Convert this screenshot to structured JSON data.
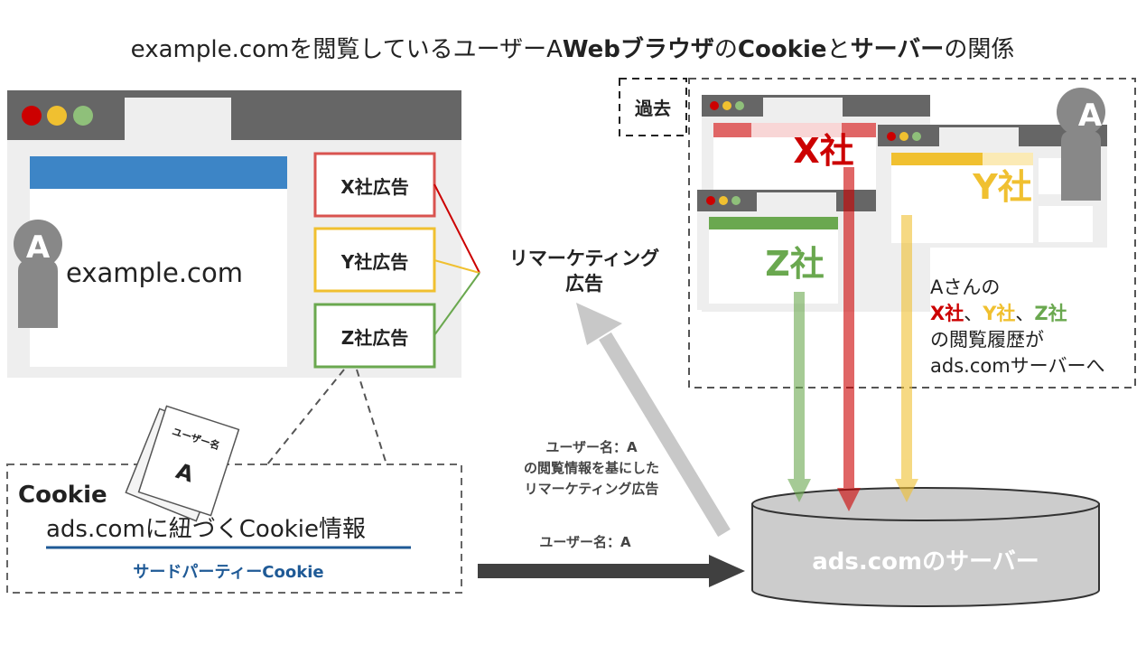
{
  "title": {
    "parts": [
      {
        "text": "example.comを閲覧しているユーザーA",
        "bold": false
      },
      {
        "text": "Webブラウザ",
        "bold": true
      },
      {
        "text": "の",
        "bold": false
      },
      {
        "text": "Cookie",
        "bold": true
      },
      {
        "text": "と",
        "bold": false
      },
      {
        "text": "サーバー",
        "bold": true
      },
      {
        "text": "の関係",
        "bold": false
      }
    ]
  },
  "browser": {
    "user_label": "A",
    "site_name": "example.com",
    "ads": [
      {
        "label": "X社広告",
        "color": "#d9534f"
      },
      {
        "label": "Y社広告",
        "color": "#f0c030"
      },
      {
        "label": "Z社広告",
        "color": "#6aa84f"
      }
    ]
  },
  "remarketing_label": [
    "リマーケティング",
    "広告"
  ],
  "cookie_box": {
    "title": "Cookie",
    "main_text": "ads.comに紐づくCookie情報",
    "sub_text": "サードパーティーCookie",
    "card_label": "ユーザー名",
    "card_value": "A"
  },
  "flow": {
    "upper_text": [
      "ユーザー名：A",
      "の閲覧情報を基にした",
      "リマーケティング広告"
    ],
    "lower_text": "ユーザー名：A"
  },
  "server": {
    "label": "ads.comのサーバー"
  },
  "past": {
    "label": "過去",
    "user_label": "A",
    "companies": [
      {
        "label": "X社",
        "color": "#cc0000"
      },
      {
        "label": "Y社",
        "color": "#f0c030"
      },
      {
        "label": "Z社",
        "color": "#6aa84f"
      }
    ],
    "note": {
      "line1": "Aさんの",
      "x": "X社",
      "y": "Y社",
      "z": "Z社",
      "sep": "、",
      "line3": "の閲覧履歴が",
      "line4": "ads.comサーバーへ"
    }
  }
}
